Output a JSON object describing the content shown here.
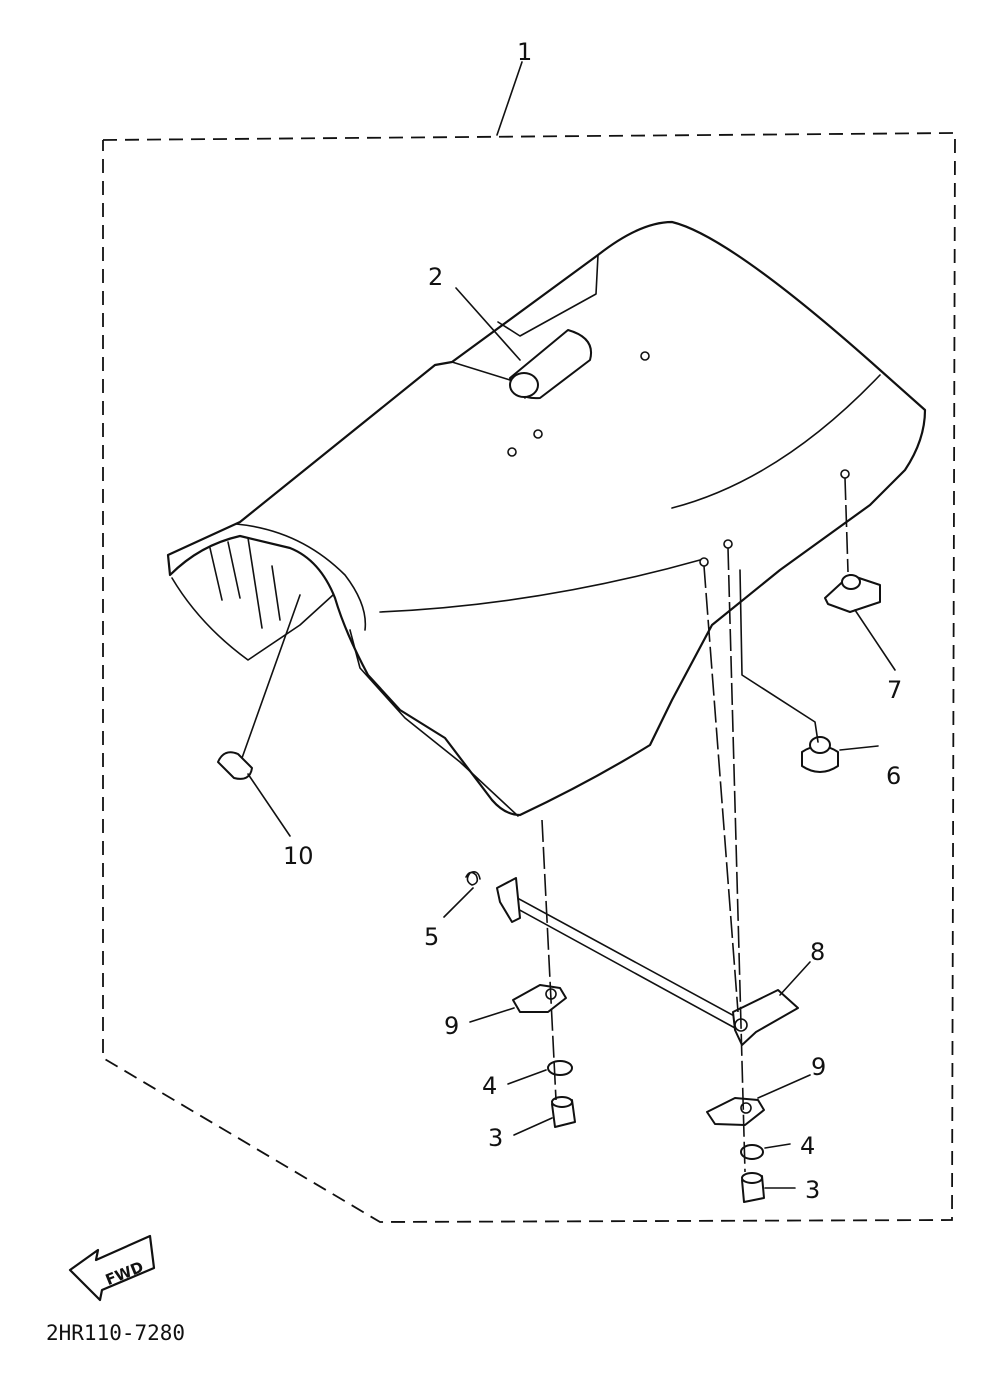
{
  "diagram": {
    "drawing_code": "2HR110-7280",
    "direction_arrow": "FWD",
    "callouts": [
      "1",
      "2",
      "3",
      "3",
      "4",
      "4",
      "5",
      "6",
      "7",
      "8",
      "9",
      "9",
      "10"
    ]
  }
}
